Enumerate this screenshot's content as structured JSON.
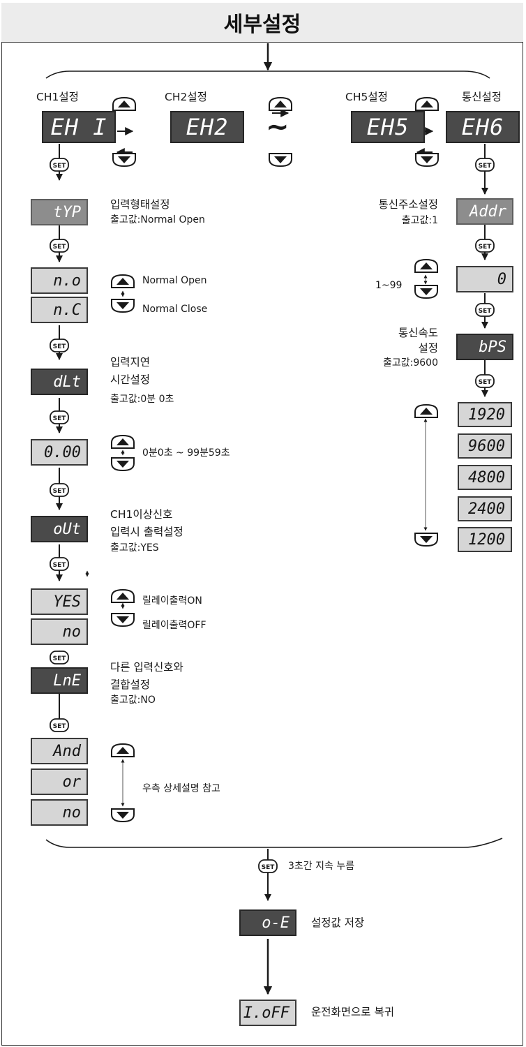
{
  "title": "세부설정",
  "channels": {
    "ch1": {
      "label": "CH1설정",
      "display": "EH I"
    },
    "ch2": {
      "label": "CH2설정",
      "display": "EH2"
    },
    "ch5": {
      "label": "CH5설정",
      "display": "EH5"
    },
    "comm": {
      "label": "통신설정",
      "display": "EH6"
    },
    "tilde": "~"
  },
  "left": {
    "typ": {
      "display": "tYP",
      "title": "입력형태설정",
      "default": "출고값:Normal Open"
    },
    "no": {
      "display": "n.o",
      "desc": "Normal Open"
    },
    "nc": {
      "display": "n.C",
      "desc": "Normal Close"
    },
    "dlt": {
      "display": "dLt",
      "title1": "입력지연",
      "title2": "시간설정",
      "default": "출고값:0분 0초"
    },
    "time": {
      "display": "0.00",
      "range": "0분0초 ~ 99분59초"
    },
    "out": {
      "display": "oUt",
      "title1": "CH1이상신호",
      "title2": "입력시 출력설정",
      "default": "출고값:YES"
    },
    "yes": {
      "display": "YES",
      "desc": "릴레이출력ON"
    },
    "no2": {
      "display": "no",
      "desc": "릴레이출력OFF"
    },
    "lnk": {
      "display": "LnE",
      "title1": "다른 입력신호와",
      "title2": "결합설정",
      "default": "출고값:NO"
    },
    "and": {
      "display": "And"
    },
    "or": {
      "display": "or"
    },
    "no3": {
      "display": "no"
    },
    "note": "우측 상세설명 참고"
  },
  "right": {
    "addr": {
      "display": "Addr",
      "title": "통신주소설정",
      "default": "출고값:1"
    },
    "addr_val": {
      "display": "0",
      "range": "1~99"
    },
    "bps": {
      "display": "bPS",
      "title1": "통신속도",
      "title2": "설정",
      "default": "출고값:9600"
    },
    "speeds": [
      "1920",
      "9600",
      "4800",
      "2400",
      "1200"
    ]
  },
  "bottom": {
    "set_hold": "3초간 지속 누름",
    "save_display": "o-E",
    "save_label": "설정값 저장",
    "return_display": "I.oFF",
    "return_label": "운전화면으로 복귀"
  },
  "button_set_label": "SET"
}
